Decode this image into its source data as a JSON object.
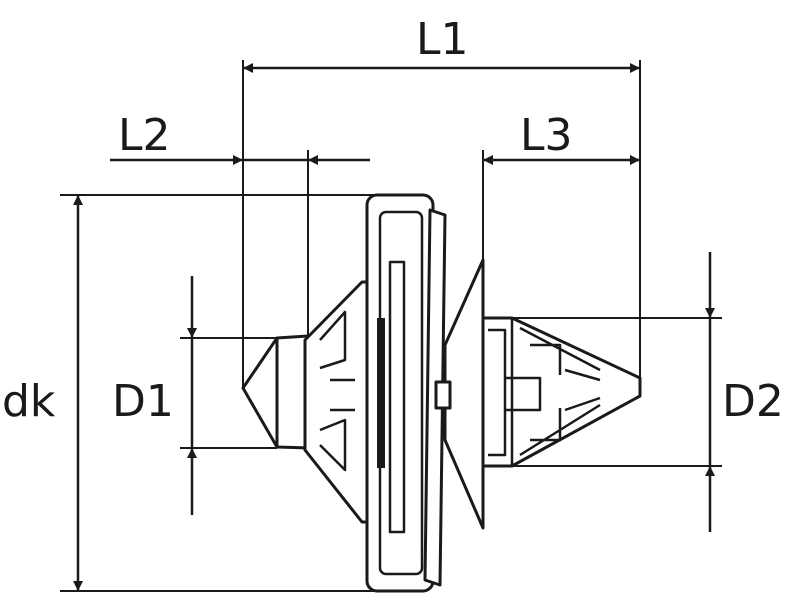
{
  "labels": {
    "l1": "L1",
    "l2": "L2",
    "l3": "L3",
    "dk": "dk",
    "d1": "D1",
    "d2": "D2"
  }
}
